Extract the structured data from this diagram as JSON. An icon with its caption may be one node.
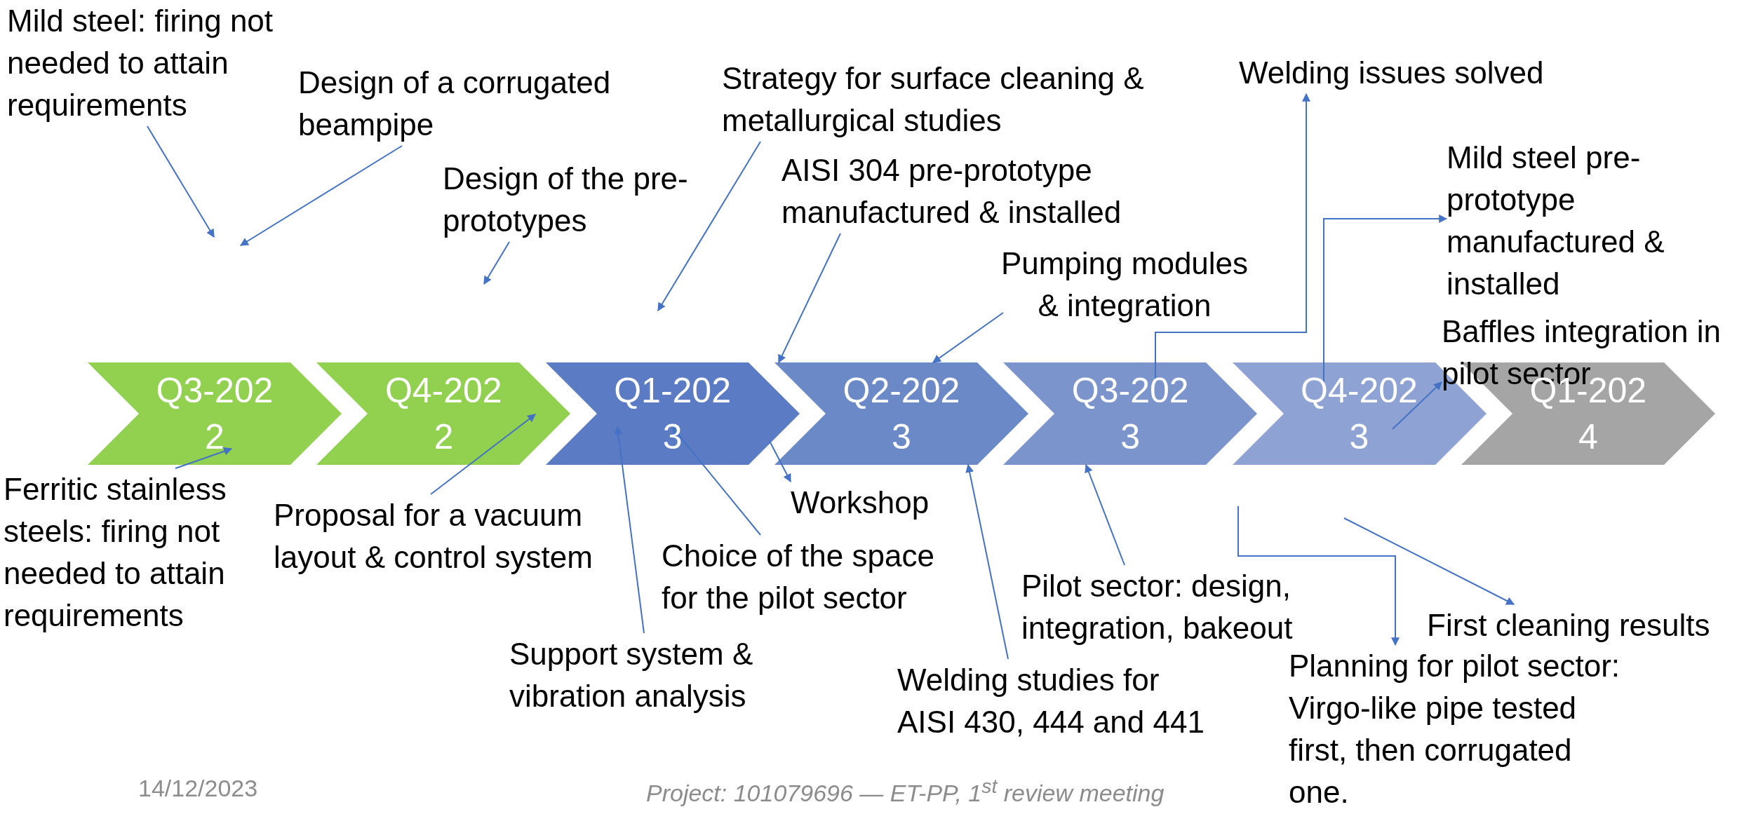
{
  "diagram": {
    "nodes": [
      {
        "text": [
          "Mild steel: firing not needed to attain requirements"
        ]
      },
      {
        "text": [
          "Design of a corrugated beampipe"
        ]
      },
      {
        "text": [
          "Design of the pre-prototypes"
        ]
      },
      {
        "text": [
          "Strategy for surface cleaning & metallurgical studies"
        ]
      },
      {
        "text": [
          "AISI 304 pre-prototype manufactured & installed"
        ]
      },
      {
        "text": [
          "Pumping modules & integration"
        ]
      },
      {
        "text": [
          "Welding issues solved"
        ]
      },
      {
        "text": [
          "Mild steel pre-prototype manufactured & installed"
        ]
      },
      {
        "text": [
          "Baffles integration in pilot sector"
        ]
      },
      {
        "text": [
          "Ferritic stainless steels: firing not needed to attain requirements"
        ]
      },
      {
        "text": [
          "Q3-2022"
        ]
      },
      {
        "text": [
          "Q4-2022"
        ]
      },
      {
        "text": [
          "Q1-2023"
        ]
      },
      {
        "text": [
          "Q2-2023"
        ]
      },
      {
        "text": [
          "Q3-2023"
        ]
      },
      {
        "text": [
          "Q4-2023"
        ]
      },
      {
        "text": [
          "Q1-2024"
        ]
      },
      {
        "text": [
          "Proposal for a vacuum layout & control system"
        ]
      },
      {
        "text": [
          "Support system & vibration analysis"
        ]
      },
      {
        "text": [
          "Choice of the space for the pilot sector"
        ]
      },
      {
        "text": [
          "Workshop"
        ]
      },
      {
        "text": [
          "Welding studies for AISI 430, 444 and 441"
        ]
      },
      {
        "text": [
          "Pilot sector: design, integration, bakeout"
        ]
      },
      {
        "text": [
          "First cleaning results"
        ]
      },
      {
        "text": [
          "Planning for pilot sector: Virgo-like pipe tested first, then corrugated one."
        ]
      }
    ],
    "edges": [
      {
        "from": 0,
        "to": null,
        "arrow": "to"
      },
      {
        "from": 1,
        "to": null,
        "arrow": "to"
      },
      {
        "from": 2,
        "to": null,
        "arrow": "to"
      },
      {
        "from": 3,
        "to": null,
        "arrow": "to"
      },
      {
        "from": 4,
        "to": 13,
        "arrow": "to"
      },
      {
        "from": 5,
        "to": 13,
        "arrow": "to"
      },
      {
        "from": 14,
        "to": 6,
        "arrow": "to"
      },
      {
        "from": 15,
        "to": 7,
        "arrow": "to"
      },
      {
        "from": 15,
        "to": 8,
        "arrow": "to"
      },
      {
        "from": 9,
        "to": 10,
        "arrow": "to"
      },
      {
        "from": 17,
        "to": 11,
        "arrow": "to"
      },
      {
        "from": 18,
        "to": 12,
        "arrow": "to"
      },
      {
        "from": 19,
        "to": 12,
        "arrow": "to"
      },
      {
        "from": 12,
        "to": 20,
        "arrow": "to"
      },
      {
        "from": 21,
        "to": 13,
        "arrow": "to"
      },
      {
        "from": 22,
        "to": 14,
        "arrow": "to"
      },
      {
        "from": null,
        "to": 24,
        "arrow": "to"
      },
      {
        "from": null,
        "to": 23,
        "arrow": "to"
      }
    ],
    "labels": [
      "14/12/2023",
      "Project: 101079696 — ET-PP, 1$^{st}$ review meeting"
    ]
  }
}
